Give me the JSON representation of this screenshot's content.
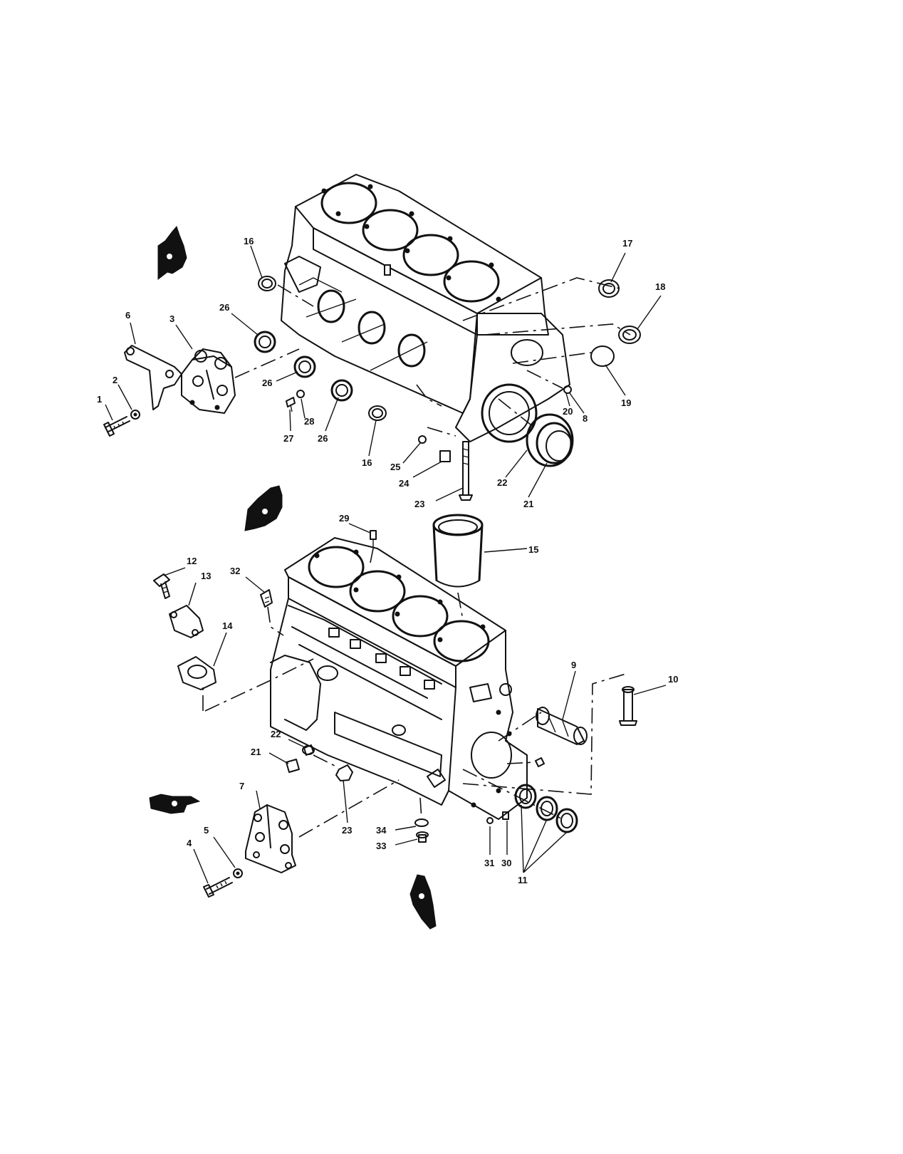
{
  "callouts": {
    "c1": "1",
    "c2": "2",
    "c3": "3",
    "c6": "6",
    "c16a": "16",
    "c26a": "26",
    "c26b": "26",
    "c26c": "26",
    "c27": "27",
    "c28": "28",
    "c16b": "16",
    "c25": "25",
    "c24": "24",
    "c23a": "23",
    "c22a": "22",
    "c21a": "21",
    "c17": "17",
    "c18": "18",
    "c19": "19",
    "c20": "20",
    "c8": "8",
    "c29": "29",
    "c15": "15",
    "c12": "12",
    "c13": "13",
    "c32": "32",
    "c14": "14",
    "c9": "9",
    "c10": "10",
    "c22b": "22",
    "c21b": "21",
    "c23b": "23",
    "c7": "7",
    "c5": "5",
    "c4": "4",
    "c34": "34",
    "c33": "33",
    "c31": "31",
    "c30": "30",
    "c11": "11"
  }
}
